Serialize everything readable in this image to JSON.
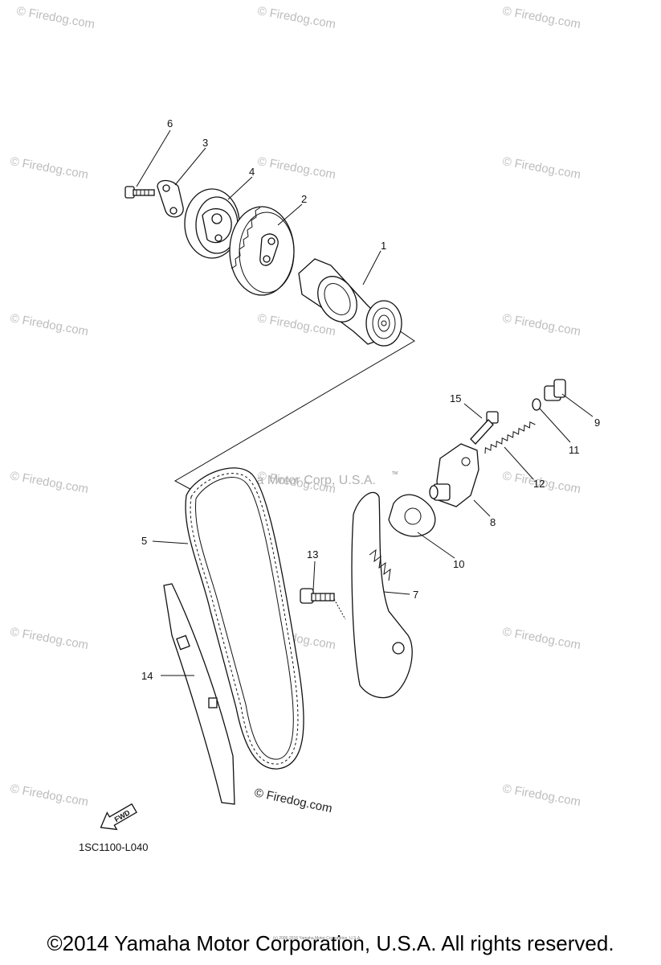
{
  "watermark": {
    "text": "© Firedog.com"
  },
  "center_watermark": {
    "text": "Yamaha Motor Corp, U.S.A."
  },
  "trademark": {
    "text": "TM"
  },
  "brand_watermark": {
    "text": "© Firedog.com"
  },
  "diagram_code": {
    "text": "1SC1100-L040"
  },
  "fwd_arrow": {
    "text": "FWD"
  },
  "fine_print": {
    "text": "(c) 2006-2016 Yamaha Motor Corporation, U.S.A."
  },
  "copyright": {
    "text": "©2014 Yamaha Motor Corporation, U.S.A. All rights reserved."
  },
  "callouts": {
    "p1": "1",
    "p2": "2",
    "p3": "3",
    "p4": "4",
    "p5": "5",
    "p6": "6",
    "p7": "7",
    "p8": "8",
    "p9": "9",
    "p10": "10",
    "p11": "11",
    "p12": "12",
    "p13": "13",
    "p14": "14",
    "p15": "15"
  }
}
